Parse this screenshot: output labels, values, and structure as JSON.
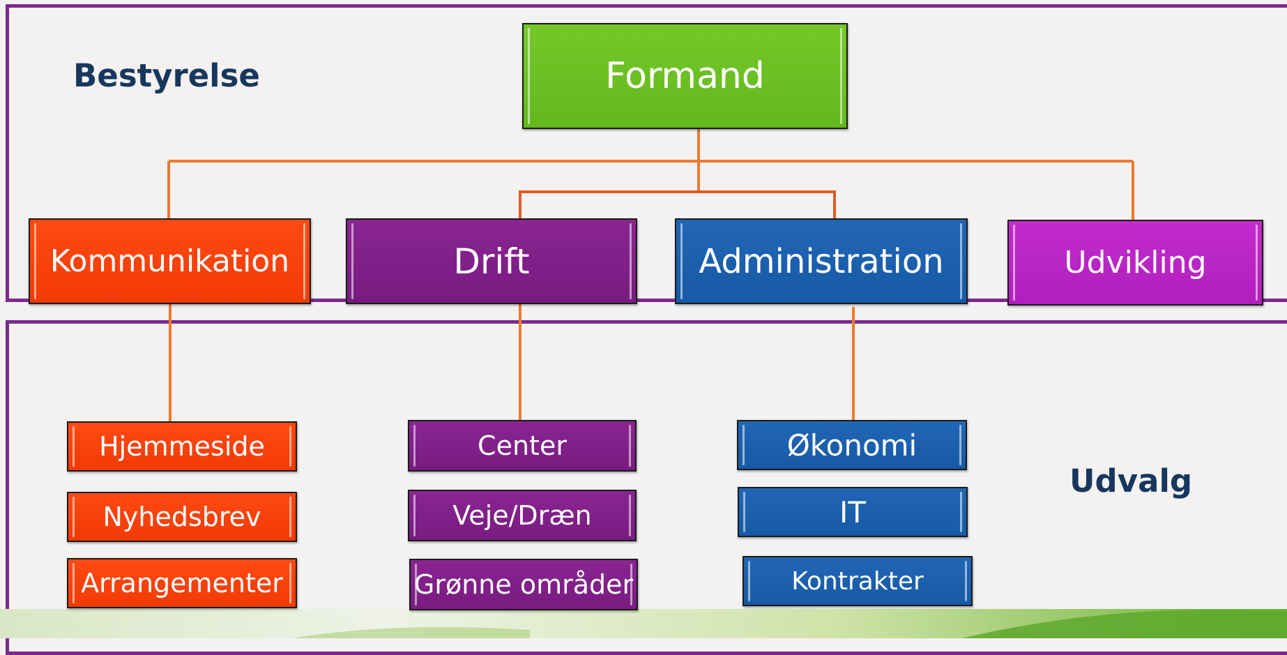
{
  "sections": {
    "board_label": "Bestyrelse",
    "committees_label": "Udvalg"
  },
  "colors": {
    "frame": "#7b2a8c",
    "connector": "#ee7a2e",
    "label": "#17375e",
    "chair": "#6cbf22",
    "communication": "#ff3d0a",
    "operations": "#7e1f87",
    "administration": "#1b5fab",
    "development": "#bd28c7"
  },
  "chart": {
    "root": {
      "label": "Formand"
    },
    "departments": [
      {
        "key": "kommunikation",
        "label": "Kommunikation",
        "committees": [
          "Hjemmeside",
          "Nyhedsbrev",
          "Arrangementer"
        ]
      },
      {
        "key": "drift",
        "label": "Drift",
        "committees": [
          "Center",
          "Veje/Dræn",
          "Grønne områder"
        ]
      },
      {
        "key": "administration",
        "label": "Administration",
        "committees": [
          "Økonomi",
          "IT",
          "Kontrakter"
        ]
      },
      {
        "key": "udvikling",
        "label": "Udvikling",
        "committees": []
      }
    ]
  }
}
